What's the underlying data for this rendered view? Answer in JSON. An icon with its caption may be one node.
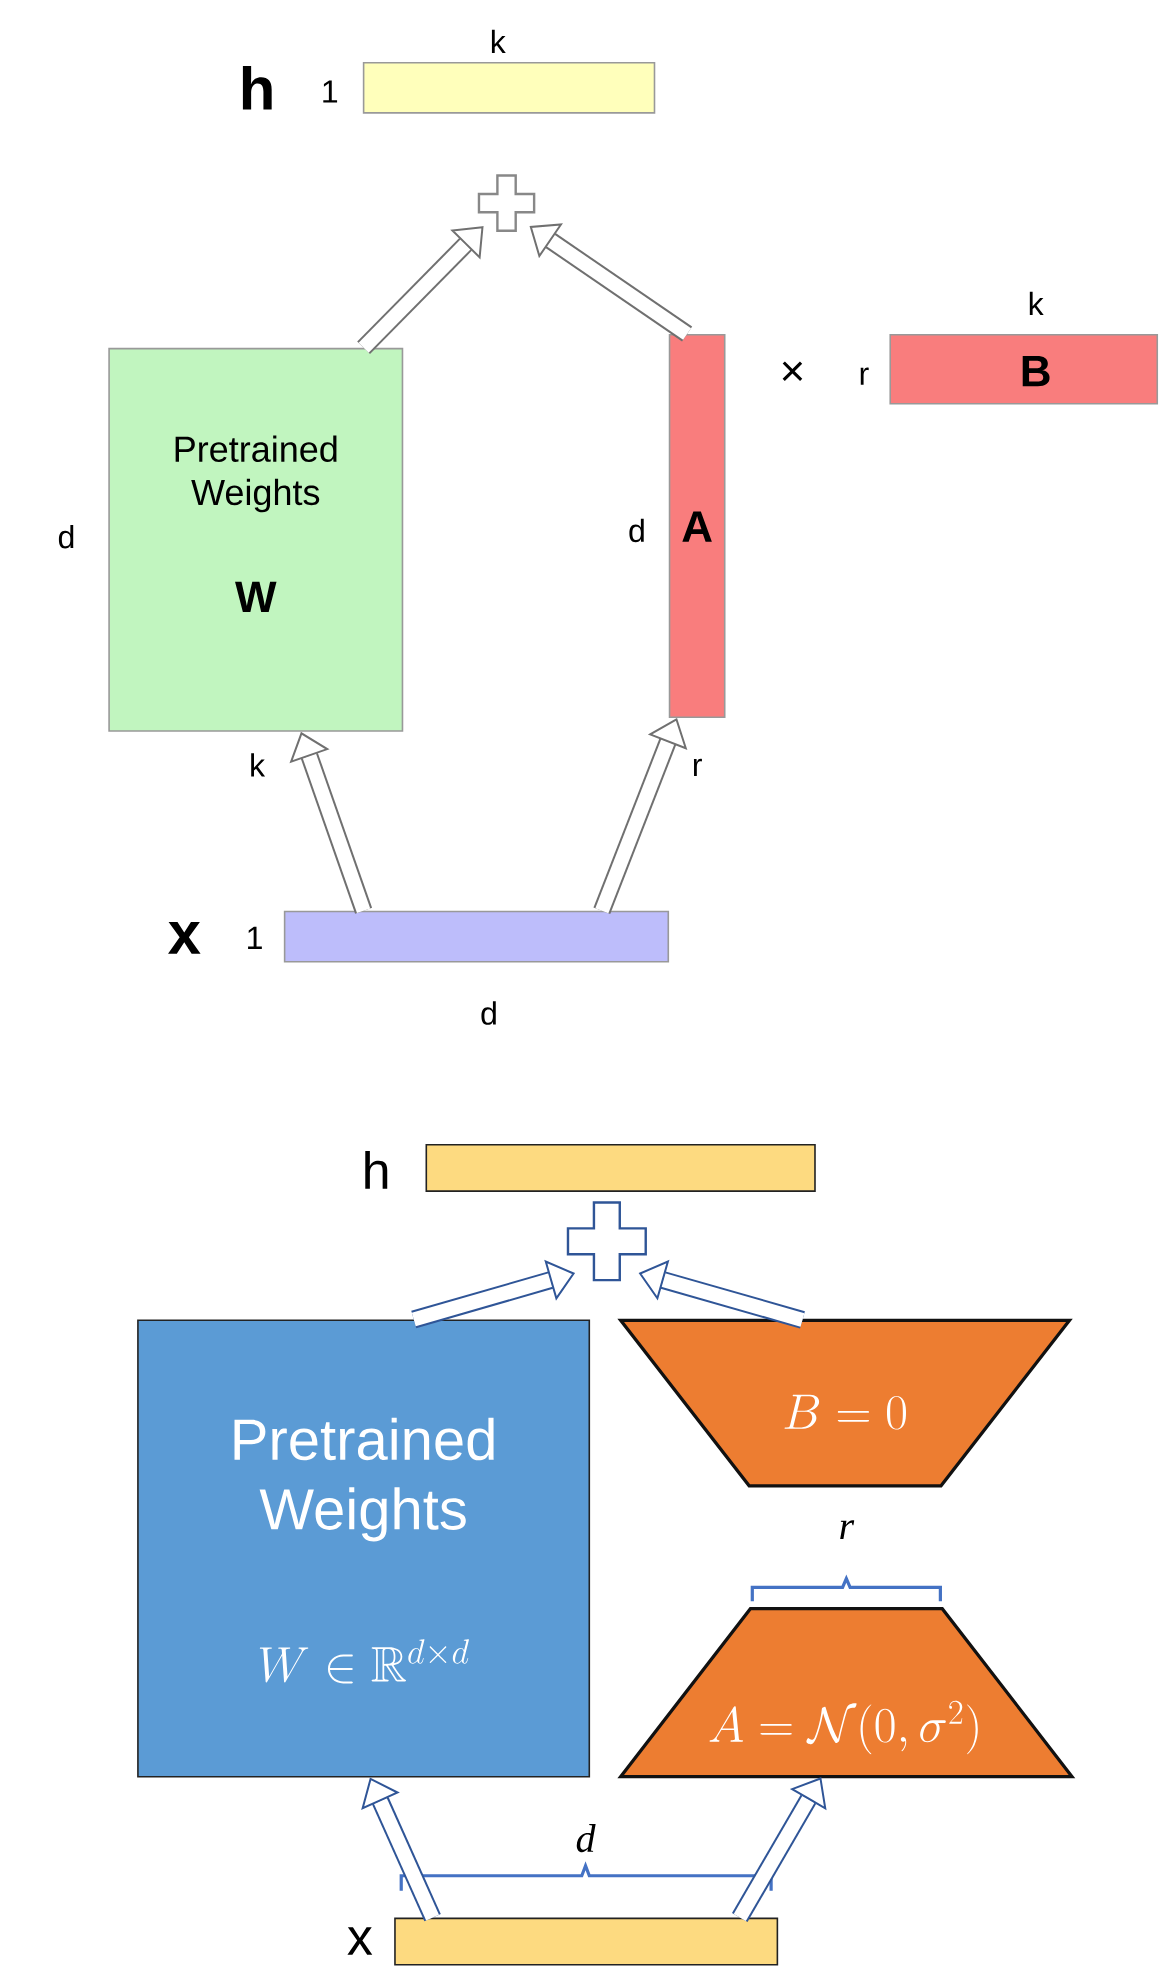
{
  "diagram": {
    "nodes": [
      {
        "text": [],
        "shape": "bar",
        "beside": [
          "h",
          "1",
          "k"
        ]
      },
      {
        "text": [],
        "shape": "plus"
      },
      {
        "text": [
          "Pretrained Weights",
          "W"
        ],
        "beside": [
          "d",
          "k"
        ]
      },
      {
        "text": [
          "A"
        ],
        "beside": [
          "d",
          "r"
        ]
      },
      {
        "text": [
          "B"
        ],
        "beside": [
          "k",
          "r"
        ]
      },
      {
        "text": [],
        "shape": "bar",
        "beside": [
          "x",
          "1",
          "d"
        ]
      },
      {
        "text": [],
        "shape": "bar",
        "beside": [
          "h"
        ]
      },
      {
        "text": [],
        "shape": "plus"
      },
      {
        "text": [
          "Pretrained Weights",
          "W \\in \\mathbb{R}^{d \\times d}"
        ]
      },
      {
        "text": [
          "B = 0"
        ]
      },
      {
        "text": [
          "A = \\mathcal{N}(0, \\sigma^2)"
        ]
      },
      {
        "text": [],
        "shape": "bar",
        "beside": [
          "x"
        ]
      }
    ],
    "edges": [
      {
        "from": 5,
        "to": 2,
        "arrow": "to"
      },
      {
        "from": 5,
        "to": 3,
        "arrow": "to"
      },
      {
        "from": 2,
        "to": 1,
        "arrow": "to"
      },
      {
        "from": 3,
        "to": 1,
        "arrow": "to"
      },
      {
        "from": 11,
        "to": 8,
        "arrow": "to",
        "color": "#2f5597"
      },
      {
        "from": 11,
        "to": 10,
        "arrow": "to",
        "color": "#2f5597"
      },
      {
        "from": 8,
        "to": 7,
        "arrow": "to",
        "color": "#2f5597"
      },
      {
        "from": 9,
        "to": 7,
        "arrow": "to",
        "color": "#2f5597"
      }
    ],
    "labels": [
      "×",
      "r",
      "d"
    ]
  }
}
